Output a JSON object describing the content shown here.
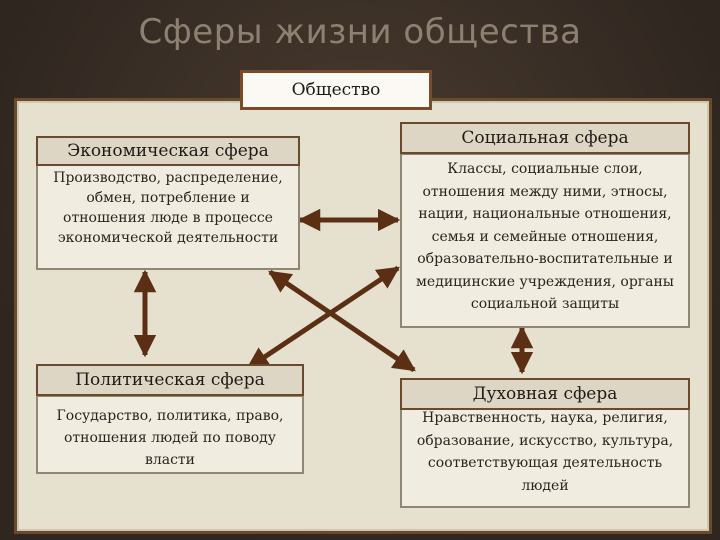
{
  "title": "Сферы жизни общества",
  "root": "Общество",
  "spheres": {
    "economic": {
      "title": "Экономическая сфера",
      "text": "Производство, распределение, обмен, потребление и отношения люде в процессе экономической деятельности"
    },
    "social": {
      "title": "Социальная сфера",
      "text": "Классы, социальные слои, отношения между ними, этносы, нации, национальные отношения, семья и семейные отношения, образовательно-воспитательные и медицинские учреждения, органы социальной защиты"
    },
    "political": {
      "title": "Политическая сфера",
      "text": "Государство, политика, право, отношения людей по поводу власти"
    },
    "spiritual": {
      "title": "Духовная сфера",
      "text": "Нравственность, наука, религия, образование, искусство, культура, соответствующая деятельность людей"
    }
  },
  "colors": {
    "arrow": "#5a2f14",
    "border": "#6a4a2c"
  }
}
